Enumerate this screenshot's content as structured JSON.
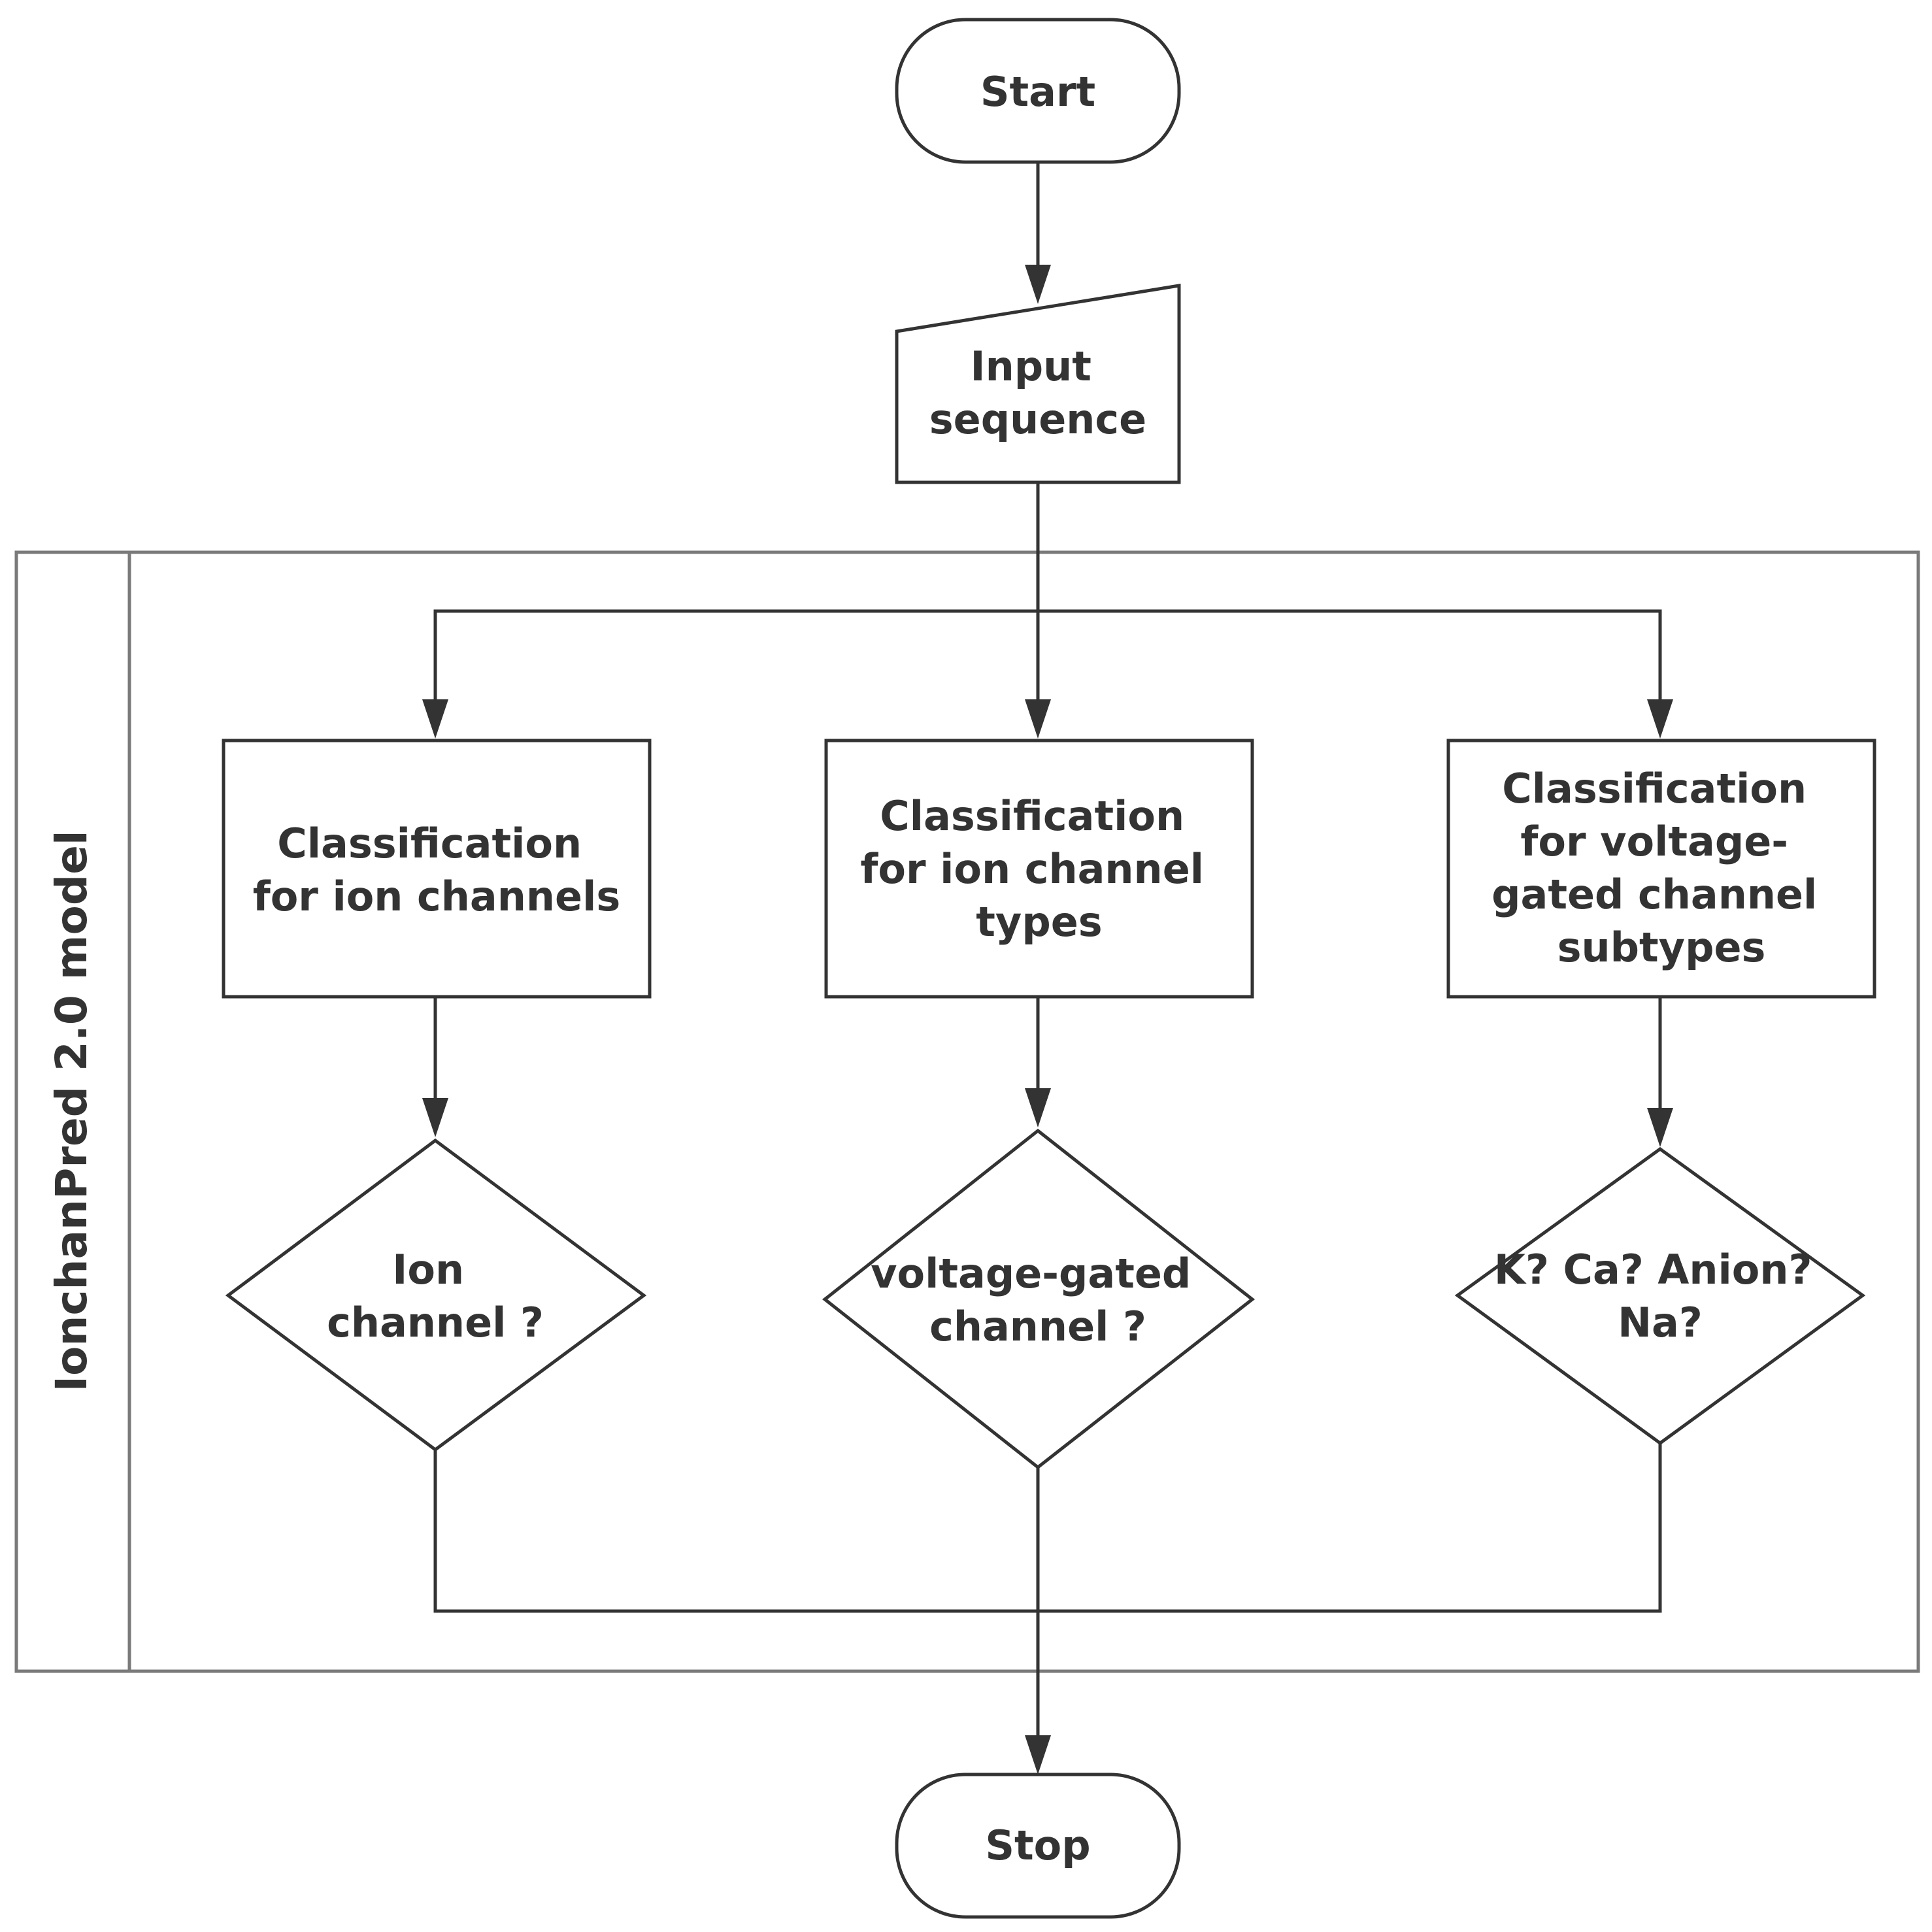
{
  "nodes": {
    "start": {
      "lines": [
        "Start"
      ]
    },
    "input": {
      "lines": [
        "Input",
        "sequence"
      ]
    },
    "class1": {
      "lines": [
        "Classification",
        "for ion channels"
      ]
    },
    "class2": {
      "lines": [
        "Classification",
        "for ion channel",
        "types"
      ]
    },
    "class3": {
      "lines": [
        "Classification",
        "for voltage-",
        "gated channel",
        "subtypes"
      ]
    },
    "dec1": {
      "lines": [
        "Ion",
        "channel ?"
      ]
    },
    "dec2": {
      "lines": [
        "voltage-gated",
        "channel ?"
      ]
    },
    "dec3": {
      "lines": [
        "K? Ca? Anion?",
        "Na?"
      ]
    },
    "stop": {
      "lines": [
        "Stop"
      ]
    }
  },
  "group": {
    "label": "IonchanPred 2.0 model"
  }
}
